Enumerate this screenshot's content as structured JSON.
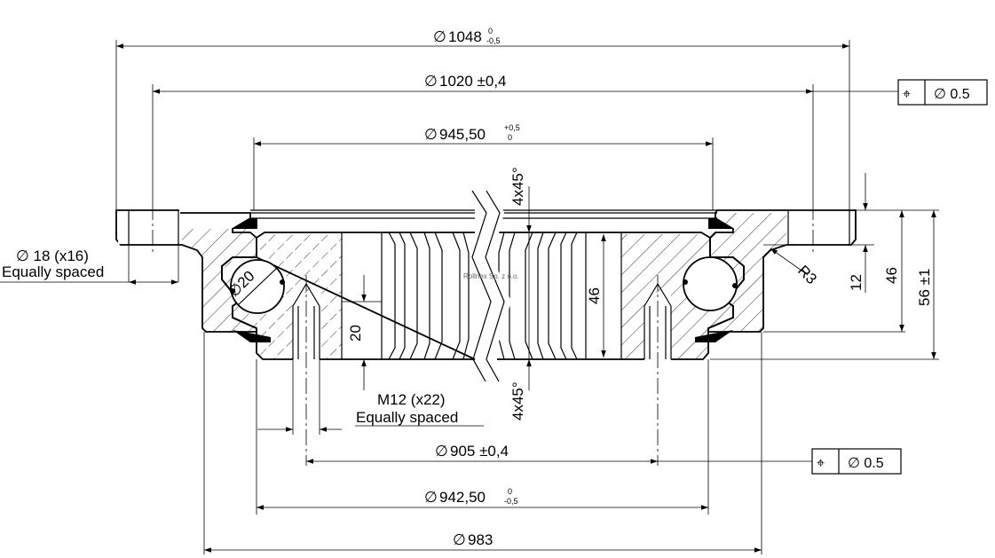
{
  "dims": {
    "d1048": {
      "prefix": "∅",
      "value": "1048",
      "tol_upper": "0",
      "tol_lower": "-0,5"
    },
    "d1020": {
      "prefix": "∅",
      "value": "1020 ±0,4"
    },
    "d945": {
      "prefix": "∅",
      "value": "945,50",
      "tol_upper": "+0,5",
      "tol_lower": "0"
    },
    "d905": {
      "prefix": "∅",
      "value": "905 ±0,4"
    },
    "d942": {
      "prefix": "∅",
      "value": "942,50",
      "tol_upper": "0",
      "tol_lower": "-0,5"
    },
    "d983": {
      "prefix": "∅",
      "value": "983"
    },
    "chamfer_top": "4x45°",
    "chamfer_bottom": "4x45°",
    "ball": "∅20",
    "h20": "20",
    "h46_inner": "46",
    "h12": "12",
    "h46": "46",
    "h56": "56 ±1",
    "radius": "R3"
  },
  "notes": {
    "holes_line1": "∅ 18 (x16)",
    "holes_line2": "Equally spaced",
    "thread_line1": "M12 (x22)",
    "thread_line2": "Equally spaced",
    "watermark": "Rollnex Sp. z o.o."
  },
  "fcf_top": {
    "symbol": "⌖",
    "tolerance": "∅  0.5"
  },
  "fcf_bottom": {
    "symbol": "⌖",
    "tolerance": "∅  0.5"
  }
}
